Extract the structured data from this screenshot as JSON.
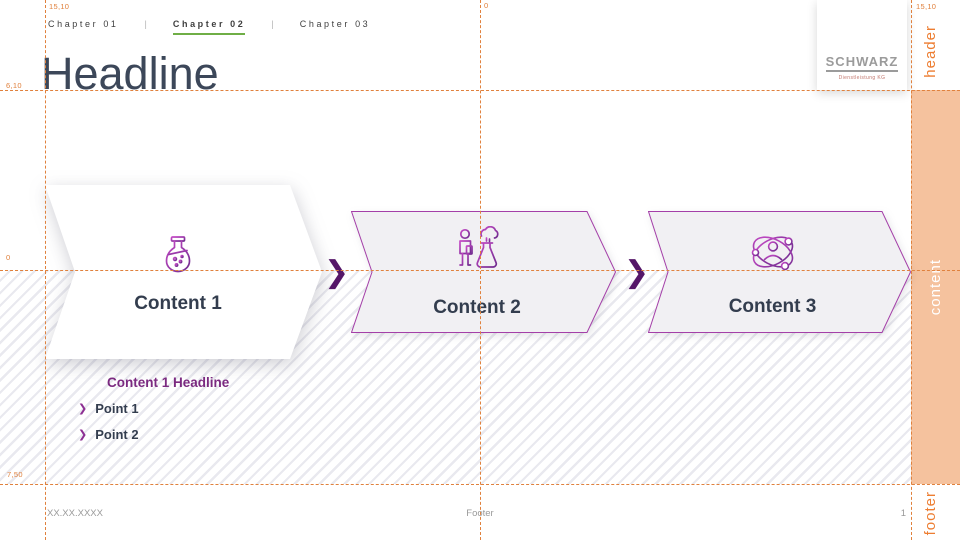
{
  "guides": {
    "labels": {
      "top_left": "15,10",
      "top_center": "0",
      "top_right": "15,10",
      "left_header": "6,10",
      "left_middle": "0",
      "left_footer": "7,50"
    },
    "bands": {
      "header": "header",
      "content": "content",
      "footer": "footer"
    }
  },
  "nav": {
    "separator": "|",
    "items": [
      {
        "label": "Chapter 01",
        "active": false
      },
      {
        "label": "Chapter 02",
        "active": true
      },
      {
        "label": "Chapter 03",
        "active": false
      }
    ]
  },
  "headline": "Headline",
  "logo": {
    "name": "SCHWARZ",
    "subtitle": "Dienstleistung KG"
  },
  "process": {
    "arrow": "❯",
    "steps": [
      {
        "label": "Content 1",
        "icon": "flask-icon"
      },
      {
        "label": "Content 2",
        "icon": "person-experiment-icon"
      },
      {
        "label": "Content 3",
        "icon": "person-network-icon"
      }
    ]
  },
  "detail": {
    "headline": "Content 1 Headline",
    "bullet": "❯",
    "points": [
      "Point 1",
      "Point 2"
    ]
  },
  "footer": {
    "date": "XX.XX.XXXX",
    "label": "Footer",
    "page": "1"
  },
  "colors": {
    "accent_orange": "#ed7d31",
    "band_fill": "#f5c29e",
    "guide_orange": "#e0813d",
    "active_underline_green": "#6fae46",
    "heading_navy": "#3c4759",
    "label_navy": "#333d4e",
    "purple_heading": "#7b2a80",
    "arrow_purple": "#551668",
    "icon_magenta": "#c74bc7",
    "icon_purple": "#6f2b8e",
    "shape_border": "#a43fa8",
    "shape_fill": "#f1f0f3",
    "hatch_gray": "#e9e9ef",
    "logo_gray": "#9b9b9b",
    "footer_gray": "#9a9a9a"
  }
}
